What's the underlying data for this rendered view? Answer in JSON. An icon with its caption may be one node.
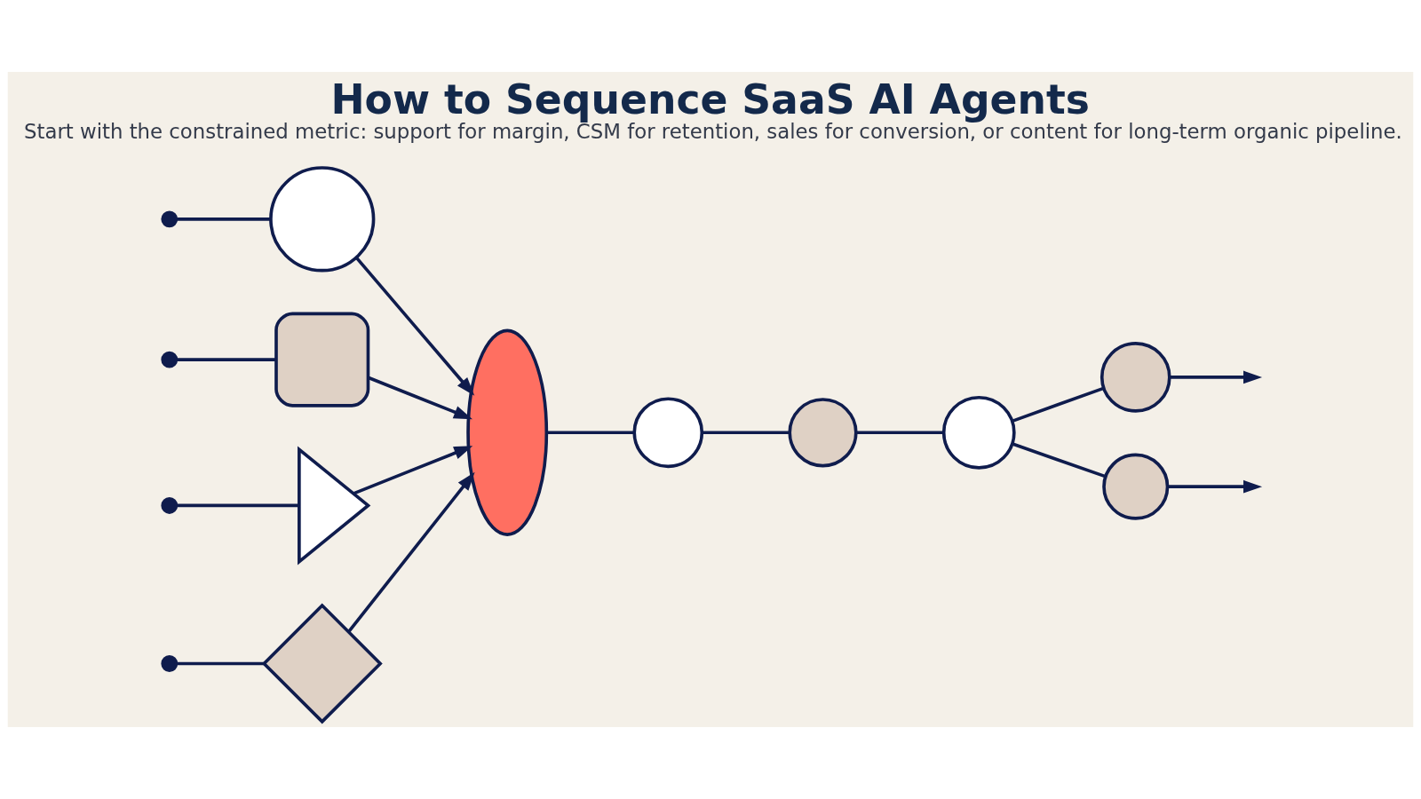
{
  "diagram": {
    "title": "How to Sequence SaaS AI Agents",
    "caption": "Start with the constrained metric: support for margin, CSM for retention, sales for conversion, or content for long-term organic pipeline.",
    "nodes": [
      {
        "text": [],
        "shape": "dot"
      },
      {
        "text": [],
        "shape": "dot"
      },
      {
        "text": [],
        "shape": "dot"
      },
      {
        "text": [],
        "shape": "dot"
      },
      {
        "text": [],
        "shape": "circle"
      },
      {
        "text": [],
        "shape": "box"
      },
      {
        "text": [],
        "shape": "triangle"
      },
      {
        "text": [],
        "shape": "diamond"
      },
      {
        "text": [],
        "shape": "semicircle"
      },
      {
        "text": [],
        "shape": "circle"
      },
      {
        "text": [],
        "shape": "circle"
      },
      {
        "text": [],
        "shape": "circle"
      },
      {
        "text": [],
        "shape": "circle"
      },
      {
        "text": [],
        "shape": "circle"
      }
    ],
    "edges": [
      {
        "from": 0,
        "to": 4,
        "arrow": "none"
      },
      {
        "from": 1,
        "to": 5,
        "arrow": "none"
      },
      {
        "from": 2,
        "to": 6,
        "arrow": "none"
      },
      {
        "from": 3,
        "to": 7,
        "arrow": "none"
      },
      {
        "from": 4,
        "to": 8,
        "arrow": "to"
      },
      {
        "from": 5,
        "to": 8,
        "arrow": "to"
      },
      {
        "from": 6,
        "to": 8,
        "arrow": "to"
      },
      {
        "from": 7,
        "to": 8,
        "arrow": "to"
      },
      {
        "from": 8,
        "to": 9,
        "arrow": "none"
      },
      {
        "from": 9,
        "to": 10,
        "arrow": "none"
      },
      {
        "from": 10,
        "to": 11,
        "arrow": "none"
      },
      {
        "from": 11,
        "to": 12,
        "arrow": "none"
      },
      {
        "from": 11,
        "to": 13,
        "arrow": "none"
      },
      {
        "from": 12,
        "to": null,
        "arrow": "to"
      },
      {
        "from": 13,
        "to": null,
        "arrow": "to"
      }
    ]
  }
}
